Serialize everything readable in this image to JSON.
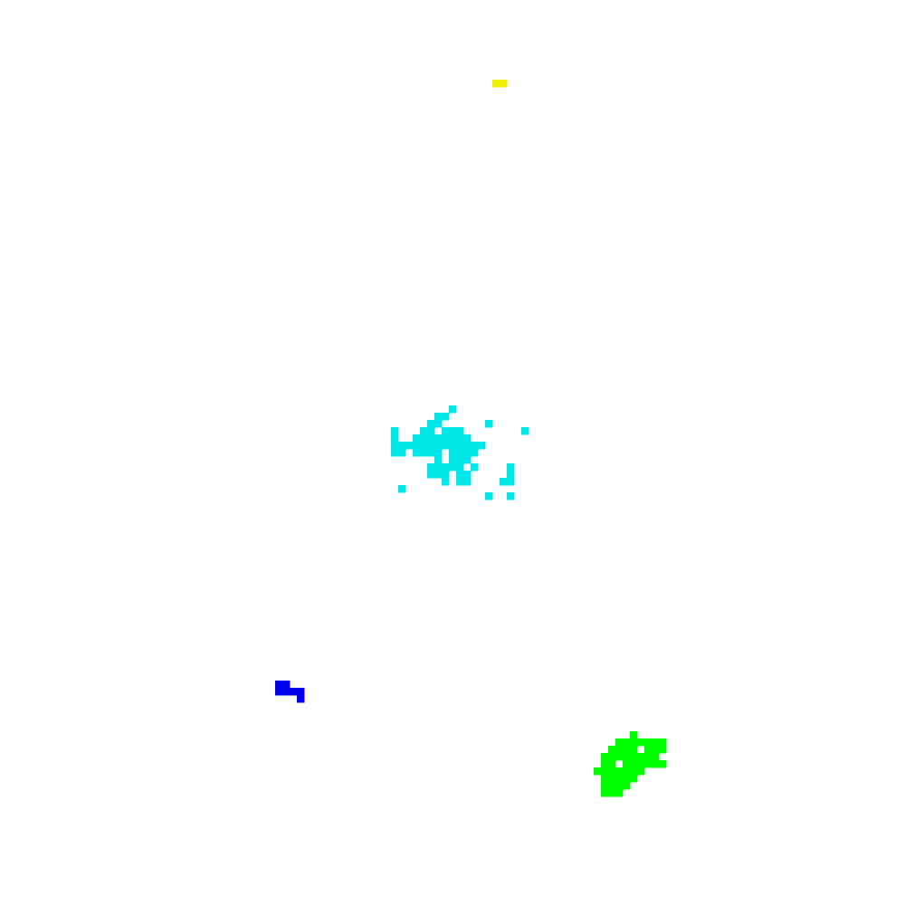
{
  "background": "#ffffff",
  "grid_units": 125,
  "clusters": [
    {
      "name": "yellow-cluster",
      "color": "#f2ee00",
      "cells": [
        [
          68,
          11
        ],
        [
          69,
          11
        ]
      ]
    },
    {
      "name": "cyan-cluster",
      "color": "#00e5e5",
      "cells": [
        [
          62,
          56
        ],
        [
          60,
          57
        ],
        [
          61,
          57
        ],
        [
          59,
          58
        ],
        [
          60,
          58
        ],
        [
          67,
          58
        ],
        [
          54,
          59
        ],
        [
          58,
          59
        ],
        [
          59,
          59
        ],
        [
          61,
          59
        ],
        [
          62,
          59
        ],
        [
          63,
          59
        ],
        [
          72,
          59
        ],
        [
          54,
          60
        ],
        [
          57,
          60
        ],
        [
          58,
          60
        ],
        [
          59,
          60
        ],
        [
          60,
          60
        ],
        [
          61,
          60
        ],
        [
          62,
          60
        ],
        [
          63,
          60
        ],
        [
          64,
          60
        ],
        [
          54,
          61
        ],
        [
          55,
          61
        ],
        [
          56,
          61
        ],
        [
          57,
          61
        ],
        [
          58,
          61
        ],
        [
          59,
          61
        ],
        [
          60,
          61
        ],
        [
          61,
          61
        ],
        [
          62,
          61
        ],
        [
          63,
          61
        ],
        [
          64,
          61
        ],
        [
          65,
          61
        ],
        [
          66,
          61
        ],
        [
          54,
          62
        ],
        [
          55,
          62
        ],
        [
          57,
          62
        ],
        [
          58,
          62
        ],
        [
          59,
          62
        ],
        [
          60,
          62
        ],
        [
          62,
          62
        ],
        [
          63,
          62
        ],
        [
          64,
          62
        ],
        [
          65,
          62
        ],
        [
          60,
          63
        ],
        [
          62,
          63
        ],
        [
          63,
          63
        ],
        [
          64,
          63
        ],
        [
          59,
          64
        ],
        [
          60,
          64
        ],
        [
          61,
          64
        ],
        [
          62,
          64
        ],
        [
          63,
          64
        ],
        [
          65,
          64
        ],
        [
          70,
          64
        ],
        [
          59,
          65
        ],
        [
          60,
          65
        ],
        [
          61,
          65
        ],
        [
          63,
          65
        ],
        [
          64,
          65
        ],
        [
          70,
          65
        ],
        [
          61,
          66
        ],
        [
          63,
          66
        ],
        [
          64,
          66
        ],
        [
          69,
          66
        ],
        [
          70,
          66
        ],
        [
          55,
          67
        ],
        [
          67,
          68
        ],
        [
          70,
          68
        ]
      ]
    },
    {
      "name": "blue-cluster",
      "color": "#0000ee",
      "cells": [
        [
          38,
          94
        ],
        [
          39,
          94
        ],
        [
          38,
          95
        ],
        [
          39,
          95
        ],
        [
          40,
          95
        ],
        [
          41,
          95
        ],
        [
          41,
          96
        ]
      ]
    },
    {
      "name": "green-cluster",
      "color": "#00ff00",
      "cells": [
        [
          87,
          101
        ],
        [
          85,
          102
        ],
        [
          86,
          102
        ],
        [
          87,
          102
        ],
        [
          88,
          102
        ],
        [
          89,
          102
        ],
        [
          90,
          102
        ],
        [
          91,
          102
        ],
        [
          84,
          103
        ],
        [
          85,
          103
        ],
        [
          86,
          103
        ],
        [
          87,
          103
        ],
        [
          89,
          103
        ],
        [
          90,
          103
        ],
        [
          91,
          103
        ],
        [
          83,
          104
        ],
        [
          84,
          103
        ],
        [
          84,
          104
        ],
        [
          85,
          104
        ],
        [
          86,
          104
        ],
        [
          87,
          104
        ],
        [
          88,
          104
        ],
        [
          89,
          104
        ],
        [
          90,
          104
        ],
        [
          83,
          105
        ],
        [
          84,
          105
        ],
        [
          86,
          105
        ],
        [
          87,
          105
        ],
        [
          88,
          105
        ],
        [
          89,
          105
        ],
        [
          90,
          105
        ],
        [
          91,
          105
        ],
        [
          82,
          106
        ],
        [
          83,
          106
        ],
        [
          84,
          106
        ],
        [
          85,
          106
        ],
        [
          86,
          106
        ],
        [
          87,
          106
        ],
        [
          88,
          106
        ],
        [
          83,
          107
        ],
        [
          84,
          107
        ],
        [
          85,
          107
        ],
        [
          86,
          107
        ],
        [
          87,
          107
        ],
        [
          83,
          108
        ],
        [
          84,
          108
        ],
        [
          85,
          108
        ],
        [
          86,
          108
        ],
        [
          83,
          109
        ],
        [
          84,
          109
        ],
        [
          85,
          109
        ]
      ]
    }
  ]
}
